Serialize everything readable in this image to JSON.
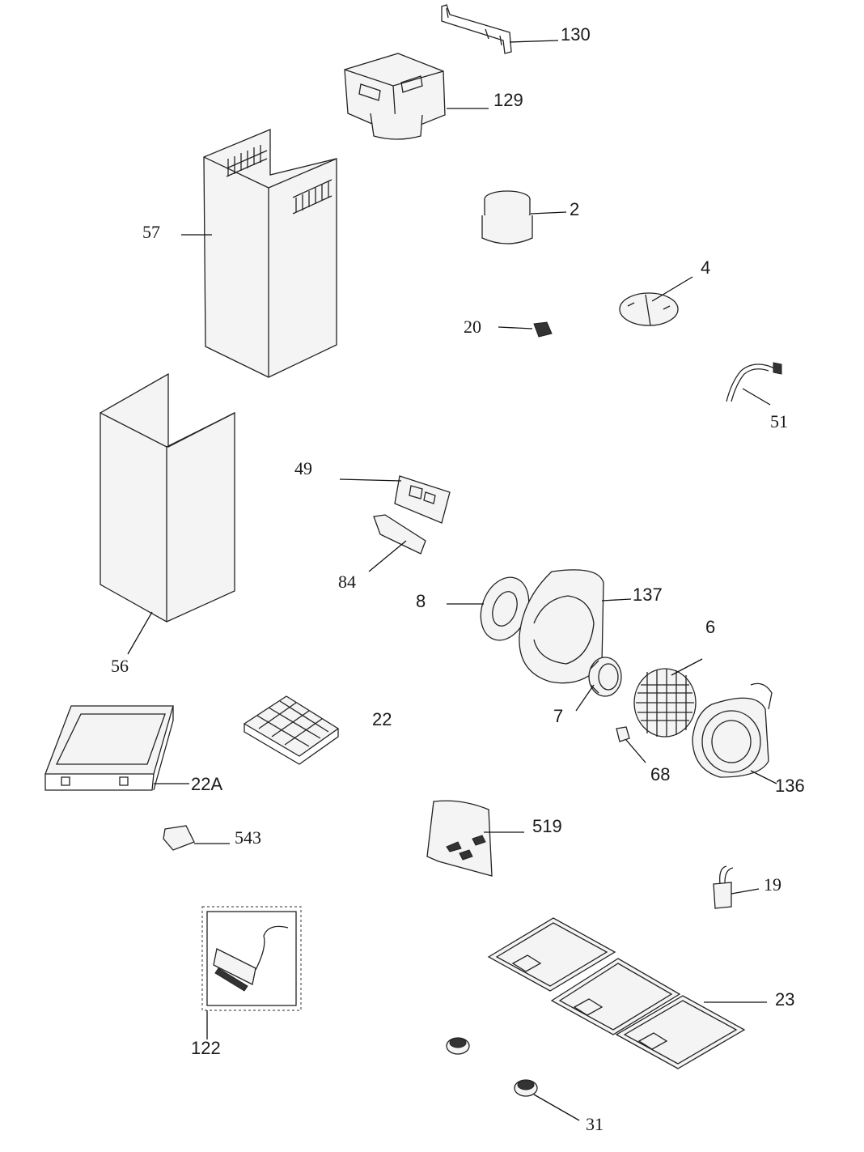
{
  "parts": [
    {
      "id": "bracket",
      "label": "130"
    },
    {
      "id": "air-diverter",
      "label": "129"
    },
    {
      "id": "upper-chimney",
      "label": "57"
    },
    {
      "id": "duct-connector",
      "label": "2"
    },
    {
      "id": "damper-flap",
      "label": "4"
    },
    {
      "id": "switch",
      "label": "20"
    },
    {
      "id": "power-cable",
      "label": "51"
    },
    {
      "id": "lower-chimney",
      "label": "56"
    },
    {
      "id": "control-board",
      "label": "49"
    },
    {
      "id": "board-cover",
      "label": "84"
    },
    {
      "id": "motor-plate",
      "label": "8"
    },
    {
      "id": "fan-housing-half",
      "label": "137"
    },
    {
      "id": "impeller",
      "label": "6"
    },
    {
      "id": "motor",
      "label": "7"
    },
    {
      "id": "capacitor-clip",
      "label": "68"
    },
    {
      "id": "fan-housing",
      "label": "136"
    },
    {
      "id": "carbon-filter",
      "label": "22"
    },
    {
      "id": "filter-frame",
      "label": "22A"
    },
    {
      "id": "lamp-holder",
      "label": "543"
    },
    {
      "id": "mounting-kit",
      "label": "519"
    },
    {
      "id": "capacitor",
      "label": "19"
    },
    {
      "id": "light-assembly",
      "label": "122"
    },
    {
      "id": "grease-filters",
      "label": "23"
    },
    {
      "id": "control-knobs",
      "label": "31"
    }
  ]
}
